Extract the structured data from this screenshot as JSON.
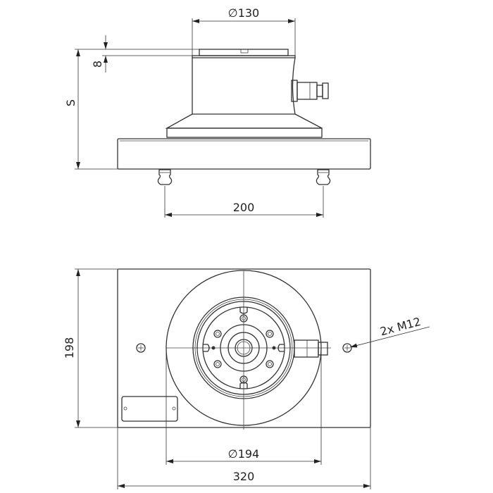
{
  "side_view": {
    "dim_diameter_top": "∅130",
    "dim_height": "S",
    "dim_top_plate": "8",
    "dim_feet_spacing": "200"
  },
  "top_view": {
    "dim_width": "198",
    "dim_diameter_base": "∅194",
    "dim_length": "320",
    "callout_holes": "2x M12"
  },
  "colors": {
    "line": "#333333",
    "background": "#ffffff"
  }
}
